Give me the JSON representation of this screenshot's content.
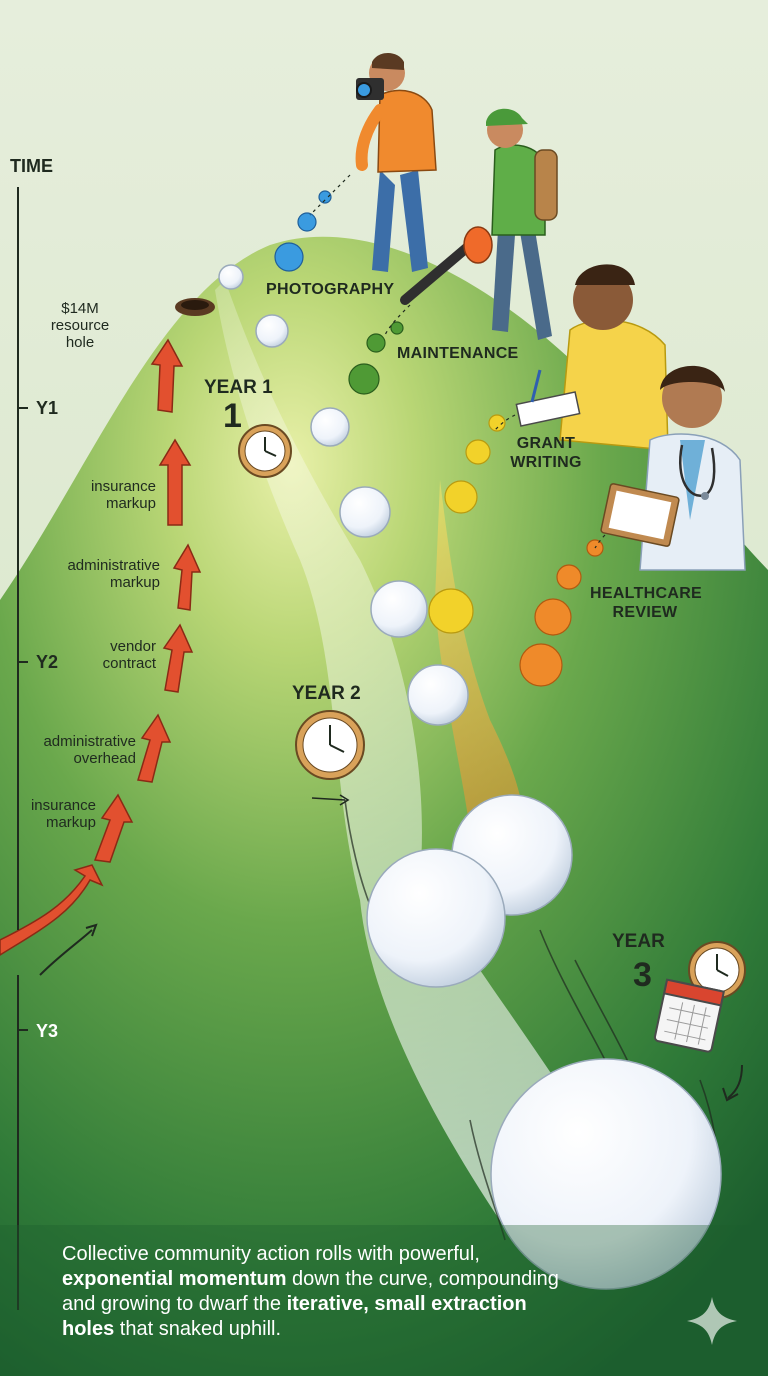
{
  "timeline": {
    "title": "TIME",
    "ticks": [
      "Y1",
      "Y2",
      "Y3"
    ]
  },
  "extraction_labels": [
    "$14M\nresource\nhole",
    "insurance\nmarkup",
    "administrative\nmarkup",
    "vendor\ncontract",
    "administrative\noverhead",
    "insurance\nmarkup"
  ],
  "years": [
    {
      "word": "YEAR 1",
      "number": "1"
    },
    {
      "word": "YEAR 2"
    },
    {
      "word": "YEAR",
      "number": "3"
    }
  ],
  "categories": [
    "PHOTOGRAPHY",
    "MAINTENANCE",
    "GRANT\nWRITING",
    "HEALTHCARE\nREVIEW"
  ],
  "caption": {
    "part1": "Collective community action rolls with powerful, ",
    "bold1": "exponential momentum",
    "part2": " down the curve, compounding and growing to dwarf the ",
    "bold2": "iterative, small extraction holes",
    "part3": " that snaked uphill."
  },
  "colors": {
    "background_top": "#e3ecd8",
    "hill_light": "#cde08a",
    "hill_mid": "#5f9f45",
    "hill_dark": "#1c5e2e",
    "extraction_arrow": "#e2502f",
    "snowball": "#f4f8fc",
    "ball_blue": "#3a9be0",
    "ball_green": "#4f9a35",
    "ball_yellow": "#f2d22a",
    "ball_orange": "#ef8a2a"
  },
  "icons": [
    "clock-icon",
    "calendar-icon",
    "sparkle-icon",
    "camera-icon",
    "leaf-blower-icon",
    "clipboard-icon",
    "stethoscope-icon"
  ]
}
